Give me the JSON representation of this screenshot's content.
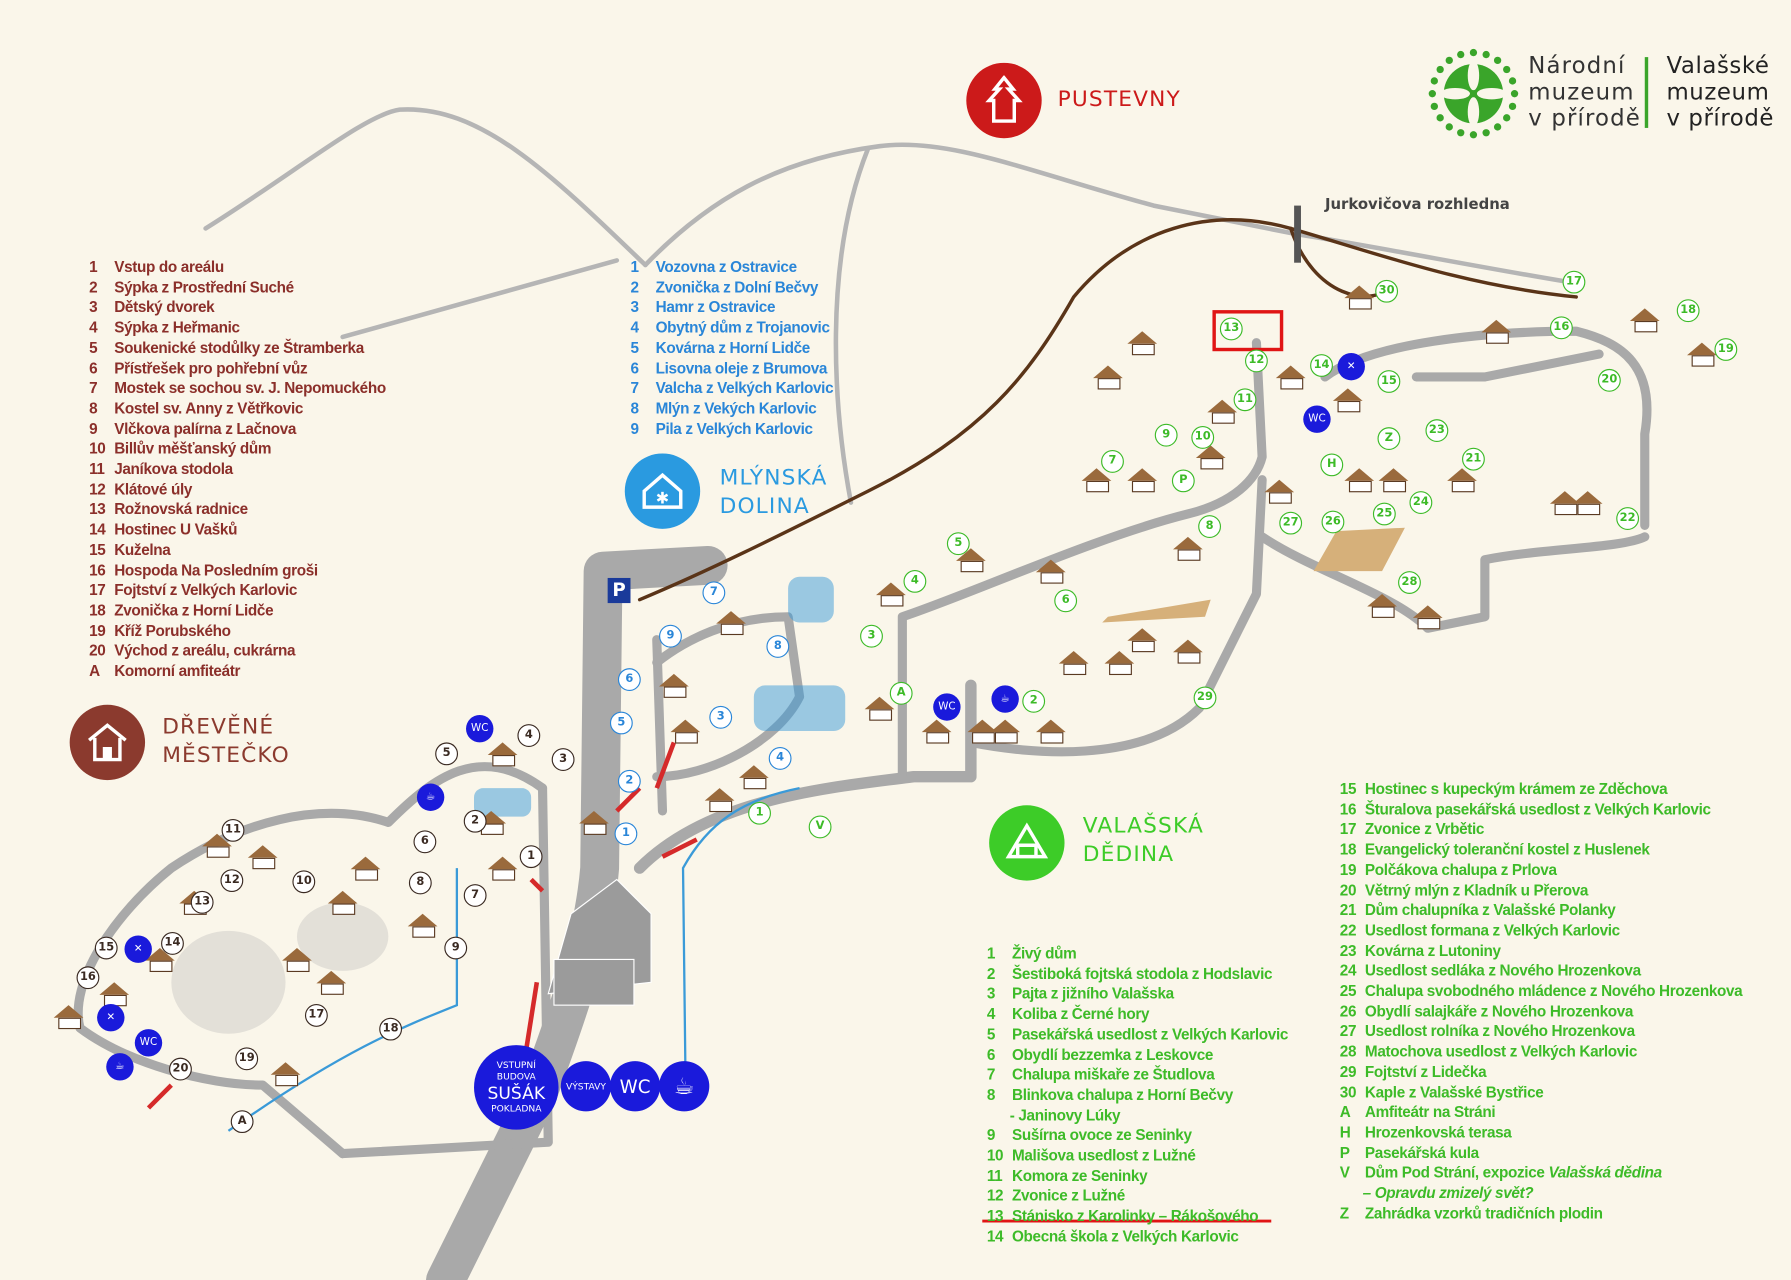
{
  "colors": {
    "brown": "#8b2f2a",
    "blue": "#2a86d8",
    "green": "#3dbb28",
    "red": "#cc1a1a",
    "service": "#1a1adb",
    "road": "#a9a9a9",
    "path": "#5a3418"
  },
  "logo": {
    "left": [
      "Národní",
      "muzeum",
      "v přírodě"
    ],
    "right": [
      "Valašské",
      "muzeum",
      "v přírodě"
    ]
  },
  "pustevny": {
    "title": "PUSTEVNY"
  },
  "landmark": {
    "label": "Jurkovičova rozhledna"
  },
  "zones": {
    "mlynska": [
      "MLÝNSKÁ",
      "DOLINA"
    ],
    "drevene": [
      "DŘEVĚNÉ",
      "MĚSTEČKO"
    ],
    "valasska": [
      "VALAŠSKÁ",
      "DĚDINA"
    ]
  },
  "parking": "P",
  "entrance": {
    "line1": "VSTUPNÍ",
    "line2": "BUDOVA",
    "name": "SUŠÁK",
    "line4": "POKLADNA",
    "exhibitions": "VÝSTAVY",
    "wc": "WC",
    "cafe_icon": "coffee-cup"
  },
  "legend_town": [
    {
      "n": "1",
      "label": "Vstup do areálu"
    },
    {
      "n": "2",
      "label": "Sýpka z Prostřední Suché"
    },
    {
      "n": "3",
      "label": "Dětský dvorek"
    },
    {
      "n": "4",
      "label": "Sýpka z Heřmanic"
    },
    {
      "n": "5",
      "label": "Soukenické stodůlky ze Štramberka"
    },
    {
      "n": "6",
      "label": "Přístřešek pro pohřební vůz"
    },
    {
      "n": "7",
      "label": "Mostek se sochou sv. J. Nepomuckého"
    },
    {
      "n": "8",
      "label": "Kostel sv. Anny z Větřkovic"
    },
    {
      "n": "9",
      "label": "Vlčkova palírna z Lačnova"
    },
    {
      "n": "10",
      "label": "Billův měšťanský dům"
    },
    {
      "n": "11",
      "label": "Janíkova stodola"
    },
    {
      "n": "12",
      "label": "Klátové úly"
    },
    {
      "n": "13",
      "label": "Rožnovská radnice"
    },
    {
      "n": "14",
      "label": "Hostinec U Vašků"
    },
    {
      "n": "15",
      "label": "Kuželna"
    },
    {
      "n": "16",
      "label": "Hospoda Na Posledním groši"
    },
    {
      "n": "17",
      "label": "Fojtství z Velkých Karlovic"
    },
    {
      "n": "18",
      "label": "Zvonička z Horní Lidče"
    },
    {
      "n": "19",
      "label": "Kříž Porubského"
    },
    {
      "n": "20",
      "label": "Východ z areálu, cukrárna"
    },
    {
      "n": "A",
      "label": "Komorní amfiteátr"
    }
  ],
  "legend_mill": [
    {
      "n": "1",
      "label": "Vozovna z Ostravice"
    },
    {
      "n": "2",
      "label": "Zvonička z Dolní Bečvy"
    },
    {
      "n": "3",
      "label": "Hamr z Ostravice"
    },
    {
      "n": "4",
      "label": "Obytný dům z Trojanovic"
    },
    {
      "n": "5",
      "label": "Kovárna z Horní Lidče"
    },
    {
      "n": "6",
      "label": "Lisovna oleje z Brumova"
    },
    {
      "n": "7",
      "label": "Valcha z Velkých Karlovic"
    },
    {
      "n": "8",
      "label": "Mlýn z Vekých Karlovic"
    },
    {
      "n": "9",
      "label": "Pila z Velkých Karlovic"
    }
  ],
  "legend_village_1": [
    {
      "n": "1",
      "label": "Živý dům"
    },
    {
      "n": "2",
      "label": "Šestiboká fojtská stodola z Hodslavic"
    },
    {
      "n": "3",
      "label": "Pajta z jižního Valašska"
    },
    {
      "n": "4",
      "label": "Koliba z Černé hory"
    },
    {
      "n": "5",
      "label": "Pasekářská usedlost z Velkých Karlovic"
    },
    {
      "n": "6",
      "label": "Obydlí bezzemka z Leskovce"
    },
    {
      "n": "7",
      "label": "Chalupa miškaře ze Študlova"
    },
    {
      "n": "8",
      "label": "Blinkova chalupa z Horní Bečvy",
      "cont": "- Janinovy Lúky"
    },
    {
      "n": "9",
      "label": "Sušírna ovoce ze Seninky"
    },
    {
      "n": "10",
      "label": "Mališova usedlost z Lužné"
    },
    {
      "n": "11",
      "label": "Komora ze Seninky"
    },
    {
      "n": "12",
      "label": "Zvonice z Lužné"
    },
    {
      "n": "13",
      "label": "Stánisko z Karolinky – Rákošového",
      "highlighted": true
    },
    {
      "n": "14",
      "label": "Obecná škola z Velkých Karlovic"
    }
  ],
  "legend_village_2": [
    {
      "n": "15",
      "label": "Hostinec s kupeckým krámem ze Zděchova"
    },
    {
      "n": "16",
      "label": "Šturalova pasekářská usedlost z Velkých Karlovic"
    },
    {
      "n": "17",
      "label": "Zvonice z Vrbětic"
    },
    {
      "n": "18",
      "label": "Evangelický toleranční kostel z Huslenek"
    },
    {
      "n": "19",
      "label": "Polčákova chalupa z Prlova"
    },
    {
      "n": "20",
      "label": "Větrný mlýn z Kladník u Přerova"
    },
    {
      "n": "21",
      "label": "Dům chalupníka z Valašské Polanky"
    },
    {
      "n": "22",
      "label": "Usedlost formana z Velkých Karlovic"
    },
    {
      "n": "23",
      "label": "Kovárna z Lutoniny"
    },
    {
      "n": "24",
      "label": "Usedlost sedláka z Nového Hrozenkova"
    },
    {
      "n": "25",
      "label": "Chalupa svobodného mládence z Nového Hrozenkova"
    },
    {
      "n": "26",
      "label": "Obydlí salajkáře z Nového Hrozenkova"
    },
    {
      "n": "27",
      "label": "Usedlost rolníka z Nového Hrozenkova"
    },
    {
      "n": "28",
      "label": "Matochova usedlost z Velkých Karlovic"
    },
    {
      "n": "29",
      "label": "Fojtství z Lidečka"
    },
    {
      "n": "30",
      "label": "Kaple z Valašské Bystřice"
    },
    {
      "n": "A",
      "label": "Amfiteátr na Stráni"
    },
    {
      "n": "H",
      "label": "Hrozenkovská terasa"
    },
    {
      "n": "P",
      "label": "Pasekářská kula"
    },
    {
      "n": "V",
      "label": "Dům Pod Strání, expozice ",
      "italic": "Valašská dědina",
      "cont": "– Opravdu zmizelý svět?"
    },
    {
      "n": "Z",
      "label": "Zahrádka vzorků tradičních plodin"
    }
  ],
  "map_markers": {
    "village": [
      "1",
      "V",
      "2",
      "A",
      "3",
      "4",
      "5",
      "6",
      "7",
      "8",
      "9",
      "10",
      "11",
      "12",
      "13",
      "14",
      "15",
      "16",
      "17",
      "18",
      "19",
      "20",
      "21",
      "22",
      "23",
      "24",
      "25",
      "26",
      "27",
      "28",
      "29",
      "30",
      "P",
      "H",
      "Z"
    ],
    "mill": [
      "1",
      "2",
      "3",
      "4",
      "5",
      "6",
      "7",
      "8",
      "9"
    ],
    "town": [
      "1",
      "2",
      "3",
      "4",
      "5",
      "6",
      "7",
      "8",
      "9",
      "10",
      "11",
      "12",
      "13",
      "14",
      "15",
      "16",
      "17",
      "18",
      "19",
      "20",
      "A"
    ],
    "services": [
      "WC",
      "cup",
      "fork",
      "fork",
      "WC",
      "cup",
      "WC",
      "cup",
      "WC",
      "fork"
    ]
  },
  "highlight": {
    "marker": "13",
    "legend_item": "Stánisko z Karolinky – Rákošového"
  }
}
